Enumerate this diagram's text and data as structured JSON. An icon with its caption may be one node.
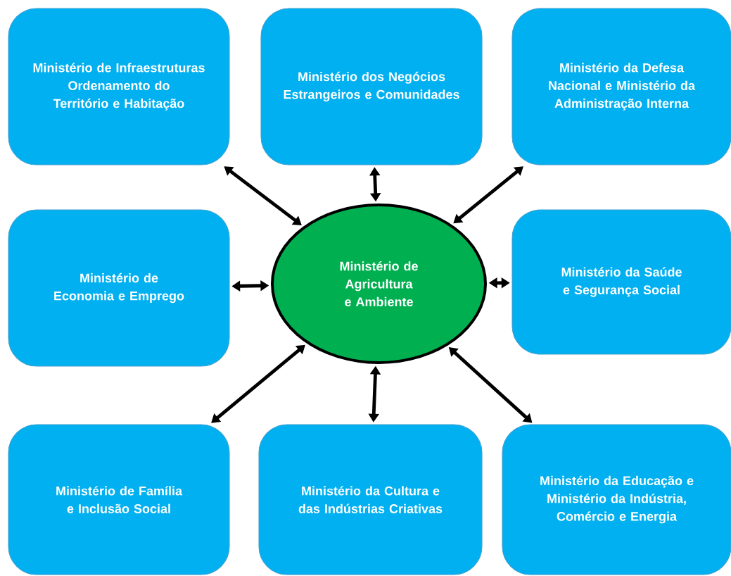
{
  "diagram": {
    "nodes": [
      {
        "text": [
          "Ministério de Infraestruturas Ordenamento do Território e Habitação"
        ]
      },
      {
        "text": [
          "Ministério dos Negócios Estrangeiros e Comunidades"
        ]
      },
      {
        "text": [
          "Ministério da Defesa Nacional e Ministério da Administração Interna"
        ]
      },
      {
        "text": [
          "Ministério de Economia e Emprego"
        ]
      },
      {
        "text": [
          "Ministério de Agricultura e Ambiente"
        ]
      },
      {
        "text": [
          "Ministério da Saúde e Segurança Social"
        ]
      },
      {
        "text": [
          "Ministério de Família e Inclusão Social"
        ]
      },
      {
        "text": [
          "Ministério da Cultura e das Indústrias Criativas"
        ]
      },
      {
        "text": [
          "Ministério da Educação e Ministério da Indústria, Comércio e Energia"
        ]
      }
    ],
    "edges": [
      {
        "from": 4,
        "to": 0,
        "arrow": "both"
      },
      {
        "from": 4,
        "to": 1,
        "arrow": "both"
      },
      {
        "from": 4,
        "to": 2,
        "arrow": "both"
      },
      {
        "from": 4,
        "to": 3,
        "arrow": "both"
      },
      {
        "from": 4,
        "to": 5,
        "arrow": "both"
      },
      {
        "from": 4,
        "to": 6,
        "arrow": "both"
      },
      {
        "from": 4,
        "to": 7,
        "arrow": "both"
      },
      {
        "from": 4,
        "to": 8,
        "arrow": "both"
      }
    ]
  }
}
